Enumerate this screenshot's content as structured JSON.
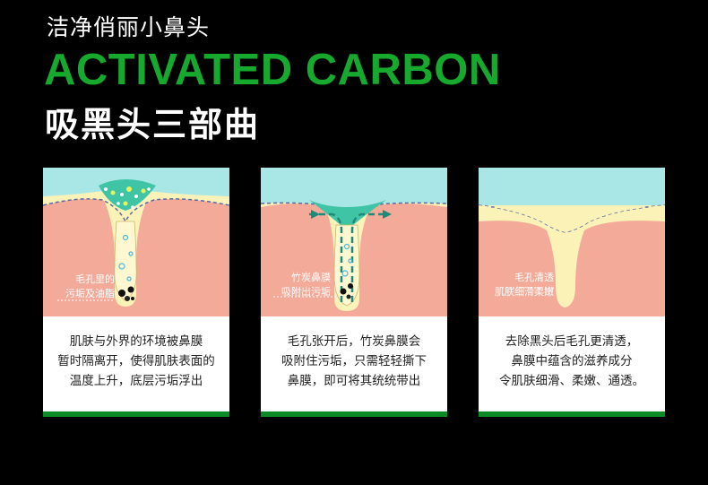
{
  "header": {
    "subtitle": "洁净俏丽小鼻头",
    "headline": "ACTIVATED CARBON",
    "title": "吸黑头三部曲"
  },
  "colors": {
    "accent_green": "#17a82e",
    "bar_green": "#0b8a25",
    "skin_top": "#a9e6e6",
    "skin_fat": "#fbf2b8",
    "skin_derm": "#f4aa98"
  },
  "cards": [
    {
      "label_lines": [
        "毛孔里的",
        "污垢及油脂"
      ],
      "desc_lines": [
        "肌肤与外界的环境被鼻膜",
        "暂时隔离开，使得肌肤表面的",
        "温度上升，底层污垢浮出"
      ]
    },
    {
      "label_lines": [
        "竹炭鼻膜",
        "吸附出污垢"
      ],
      "desc_lines": [
        "毛孔张开后，竹炭鼻膜会",
        "吸附住污垢，只需轻轻撕下",
        "鼻膜，即可将其统统带出"
      ]
    },
    {
      "label_lines": [
        "毛孔清透",
        "肌肤细滑柔嫩"
      ],
      "desc_lines": [
        "去除黑头后毛孔更清透，",
        "鼻膜中蕴含的滋养成分",
        "令肌肤细滑、柔嫩、通透。"
      ]
    }
  ]
}
